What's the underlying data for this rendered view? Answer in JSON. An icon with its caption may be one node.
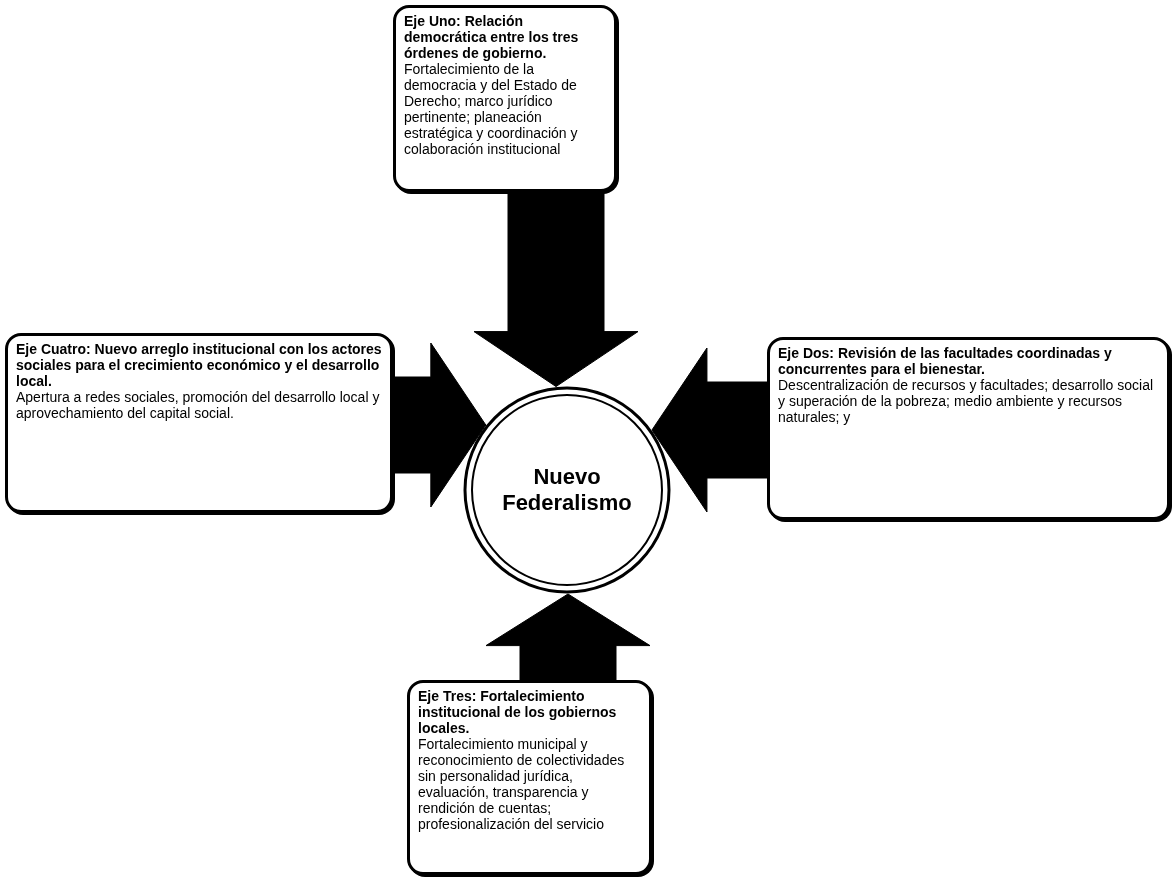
{
  "diagram": {
    "nodes": [
      {
        "text": [
          "Eje Uno: Relación democrática entre los tres órdenes de gobierno.",
          "Fortalecimiento de la democracia y del Estado de Derecho; marco jurídico pertinente; planeación estratégica y coordinación y colaboración institucional"
        ]
      },
      {
        "text": [
          "Eje Cuatro: Nuevo arreglo institucional con los actores sociales para el crecimiento económico y el desarrollo local.",
          "Apertura a redes sociales, promoción del desarrollo local y aprovechamiento del capital social."
        ]
      },
      {
        "text": [
          "Nuevo Federalismo"
        ]
      },
      {
        "text": [
          "Eje Dos: Revisión de las facultades coordinadas y concurrentes para el bienestar.",
          "Descentralización de recursos y facultades; desarrollo social y superación de la pobreza; medio ambiente y recursos naturales; y"
        ]
      },
      {
        "text": [
          "Eje Tres: Fortalecimiento institucional de los gobiernos locales.",
          "Fortalecimiento municipal y reconocimiento de colectividades sin personalidad jurídica, evaluación, transparencia y rendición de cuentas; profesionalización del servicio"
        ]
      }
    ],
    "edges": [
      {
        "from": 0,
        "to": 2,
        "arrow": "to",
        "style": "thick"
      },
      {
        "from": 1,
        "to": 2,
        "arrow": "to",
        "style": "thick"
      },
      {
        "from": 3,
        "to": 2,
        "arrow": "to",
        "style": "thick"
      },
      {
        "from": 4,
        "to": 2,
        "arrow": "to",
        "style": "thick"
      }
    ]
  }
}
